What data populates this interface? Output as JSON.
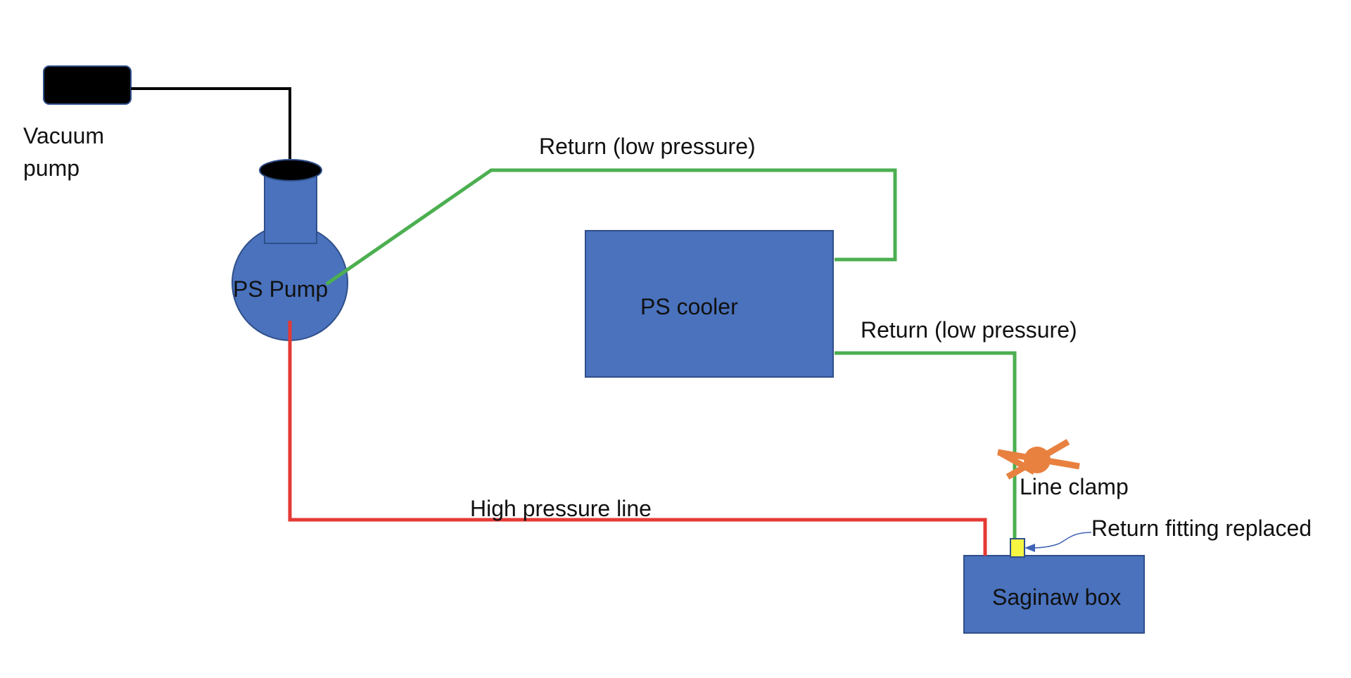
{
  "diagram": {
    "labels": {
      "vacuum_pump": "Vacuum pump",
      "ps_pump": "PS Pump",
      "ps_cooler": "PS cooler",
      "return_top": "Return (low pressure)",
      "return_mid": "Return (low pressure)",
      "high_pressure": "High pressure line",
      "line_clamp": "Line clamp",
      "return_fitting": "Return fitting replaced",
      "saginaw_box": "Saginaw box"
    },
    "colors": {
      "component_fill": "#4a72bd",
      "component_stroke": "#2f4f8a",
      "vacuum_fill": "#000000",
      "return_line": "#4caf50",
      "high_pressure_line": "#e53935",
      "vacuum_line": "#000000",
      "clamp": "#e8813f",
      "fitting": "#f5f542",
      "annotation_arrow": "#3f63b5"
    }
  }
}
